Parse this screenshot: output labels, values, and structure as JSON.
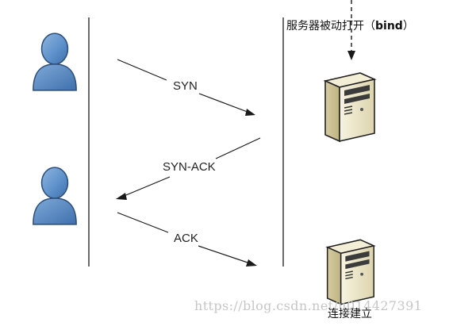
{
  "diagram": {
    "server_title_prefix": "服务器被动打开（",
    "server_title_bold": "bind",
    "server_title_suffix": "）",
    "messages": {
      "syn": "SYN",
      "syn_ack": "SYN-ACK",
      "ack": "ACK"
    },
    "established_label": "连接建立",
    "watermark": "https://blog.csdn.net/u014427391",
    "colors": {
      "client_icon": "#5b8ec9",
      "line": "#1a1a1a",
      "server_body": "#efe9cc"
    }
  }
}
